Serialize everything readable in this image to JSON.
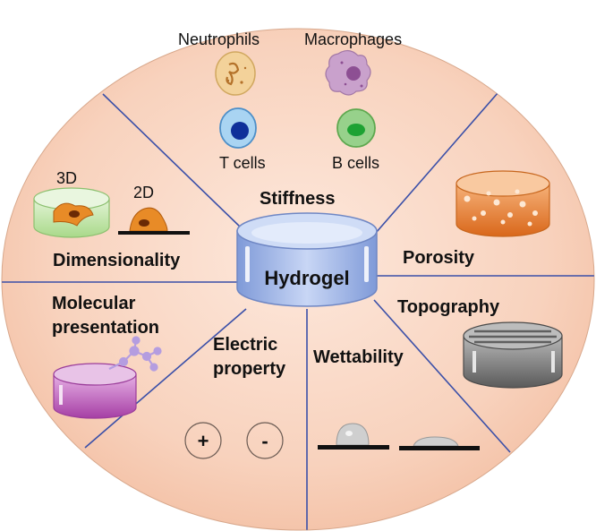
{
  "center": {
    "label": "Hydrogel"
  },
  "sections": {
    "stiffness": "Stiffness",
    "porosity": "Porosity",
    "topography": "Topography",
    "wettability": "Wettability",
    "electric_line1": "Electric",
    "electric_line2": "property",
    "molecular_line1": "Molecular",
    "molecular_line2": "presentation",
    "dimensionality": "Dimensionality"
  },
  "cells": {
    "neutrophils": "Neutrophils",
    "macrophages": "Macrophages",
    "t_cells": "T cells",
    "b_cells": "B cells"
  },
  "dimension_labels": {
    "three_d": "3D",
    "two_d": "2D"
  },
  "electric_symbols": {
    "plus": "+",
    "minus": "-"
  },
  "colors": {
    "background_fill": "#f6cdb6",
    "divider": "#3a4fa8",
    "hydrogel": "#a9bde8",
    "porosity": "#e98a3c",
    "topography": "#808080",
    "molecular": "#c56fc4",
    "dimension_3d": "#bfe3a7",
    "cell_orange": "#e88b27"
  }
}
